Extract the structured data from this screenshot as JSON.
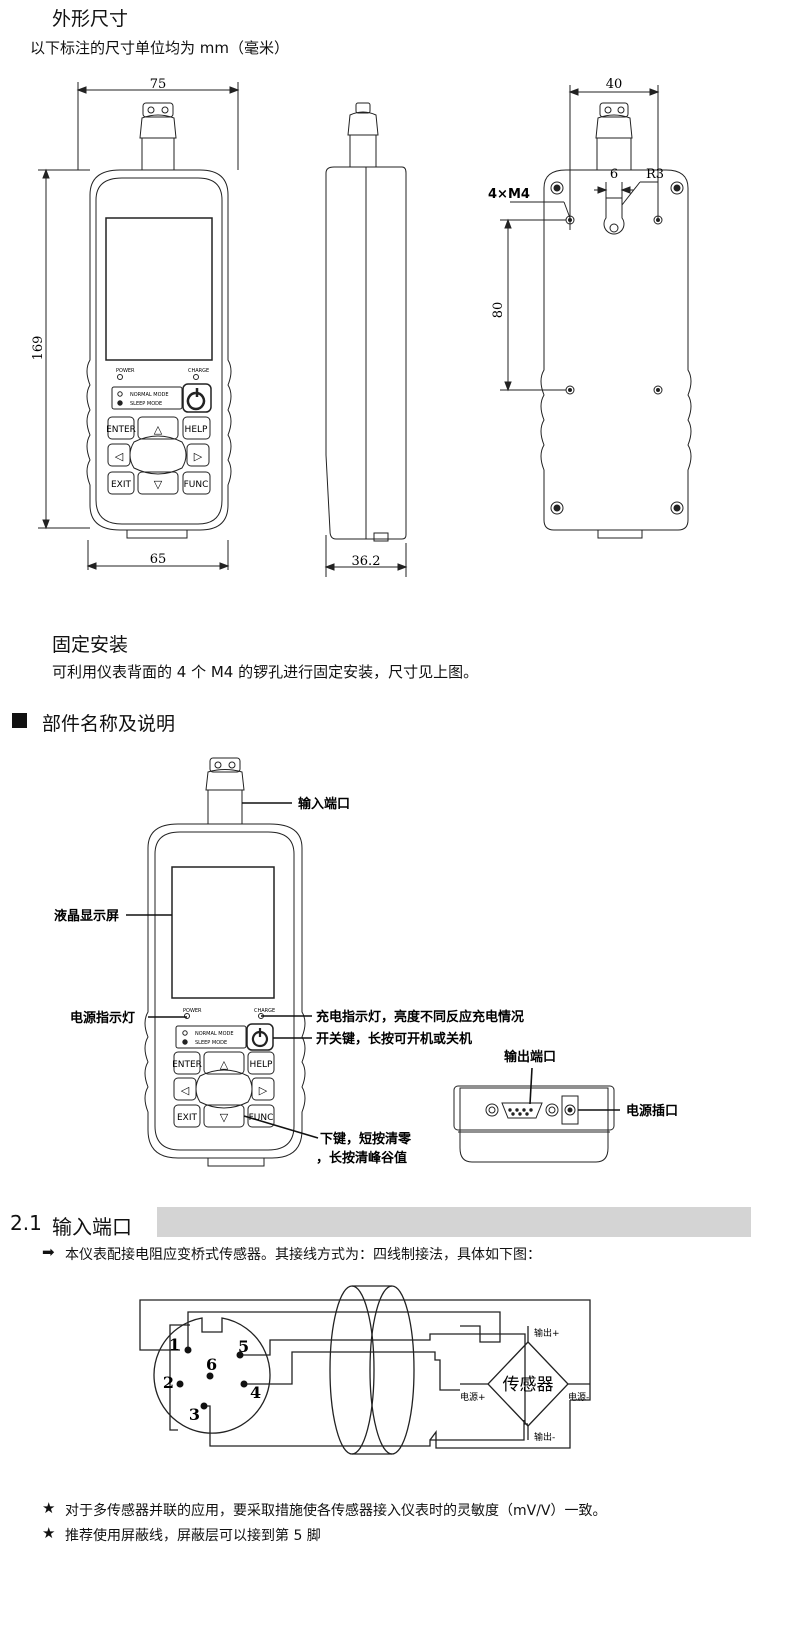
{
  "dimensions": {
    "heading": "外形尺寸",
    "note": "以下标注的尺寸单位均为 mm（毫米）",
    "front": {
      "width_top": "75",
      "height": "169",
      "width_bottom": "65"
    },
    "side": {
      "depth": "36.2"
    },
    "back": {
      "width_top": "40",
      "holes": "4×M4",
      "slot_width": "6",
      "slot_radius": "R3",
      "hole_spacing": "80"
    }
  },
  "device": {
    "power_label": "POWER",
    "charge_label": "CHARGE",
    "normal_mode": "NORMAL MODE",
    "sleep_mode": "SLEEP MODE",
    "keys": {
      "enter": "ENTER",
      "help": "HELP",
      "exit": "EXIT",
      "func": "FUNC"
    }
  },
  "mounting": {
    "heading": "固定安装",
    "text": "可利用仪表背面的 4 个 M4 的锣孔进行固定安装，尺寸见上图。"
  },
  "parts": {
    "heading": "部件名称及说明",
    "labels": {
      "input_port": "输入端口",
      "lcd": "液晶显示屏",
      "power_light": "电源指示灯",
      "charge_light": "充电指示灯，亮度不同反应充电情况",
      "power_key": "开关键，长按可开机或关机",
      "down_key_1": "下键，短按清零",
      "down_key_2": "，长按清峰谷值",
      "output_port": "输出端口",
      "power_socket": "电源插口"
    }
  },
  "section21": {
    "number": "2.1",
    "title": "输入端口",
    "intro": "本仪表配接电阻应变桥式传感器。其接线方式为：四线制接法，具体如下图：",
    "pins": [
      "1",
      "2",
      "3",
      "4",
      "5",
      "6"
    ],
    "sensor": "传感器",
    "out_plus": "输出+",
    "out_minus": "输出-",
    "pwr_plus": "电源+",
    "pwr_minus": "电源-",
    "notes": [
      "对于多传感器并联的应用，要采取措施使各传感器接入仪表时的灵敏度（mV/V）一致。",
      "推荐使用屏蔽线，屏蔽层可以接到第 5 脚"
    ]
  }
}
